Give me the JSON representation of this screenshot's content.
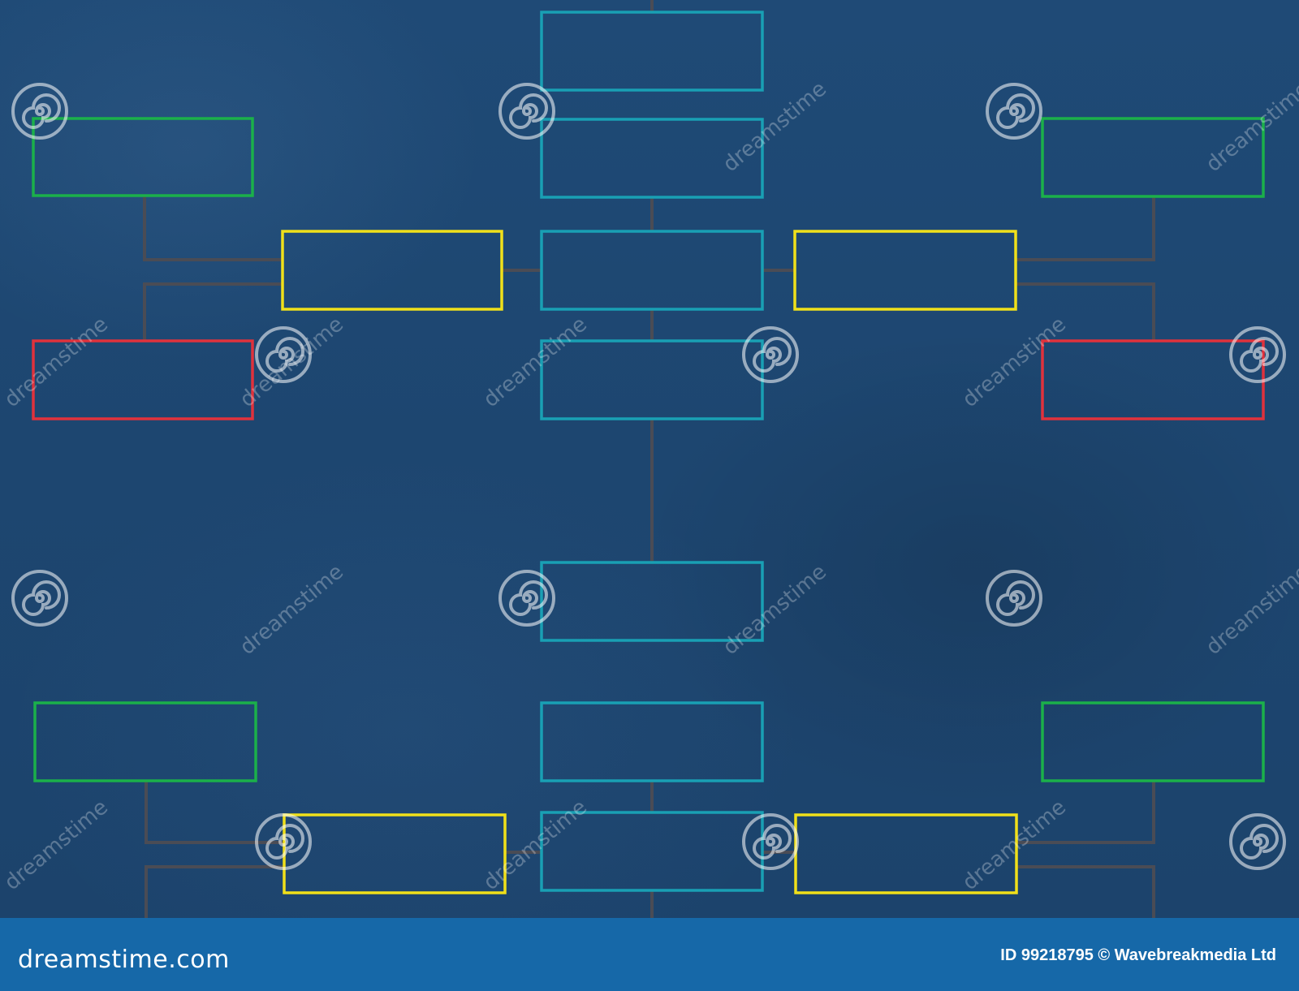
{
  "diagram": {
    "colors": {
      "green": "#1bb04a",
      "yellow": "#f0e01a",
      "red": "#e0323c",
      "teal": "#19a0b4",
      "connector": "#4a4c55"
    },
    "boxes": [
      {
        "id": "left-top-green",
        "color": "green"
      },
      {
        "id": "left-top-yellow",
        "color": "yellow"
      },
      {
        "id": "left-top-red",
        "color": "red"
      },
      {
        "id": "center-1",
        "color": "teal"
      },
      {
        "id": "center-2",
        "color": "teal"
      },
      {
        "id": "center-3",
        "color": "teal"
      },
      {
        "id": "center-4",
        "color": "teal"
      },
      {
        "id": "right-top-yellow",
        "color": "yellow"
      },
      {
        "id": "right-top-green",
        "color": "green"
      },
      {
        "id": "right-top-red",
        "color": "red"
      },
      {
        "id": "center-5",
        "color": "teal"
      },
      {
        "id": "left-bottom-green",
        "color": "green"
      },
      {
        "id": "center-6",
        "color": "teal"
      },
      {
        "id": "right-bottom-green",
        "color": "green"
      },
      {
        "id": "left-bottom-yellow",
        "color": "yellow"
      },
      {
        "id": "center-7",
        "color": "teal"
      },
      {
        "id": "right-bottom-yellow",
        "color": "yellow"
      }
    ]
  },
  "watermark": {
    "text": "dreamstime",
    "icon": "spiral-icon"
  },
  "footer": {
    "logo": "dreamstime.com",
    "credit": "ID 99218795 © Wavebreakmedia Ltd",
    "background": "#1668a8"
  }
}
